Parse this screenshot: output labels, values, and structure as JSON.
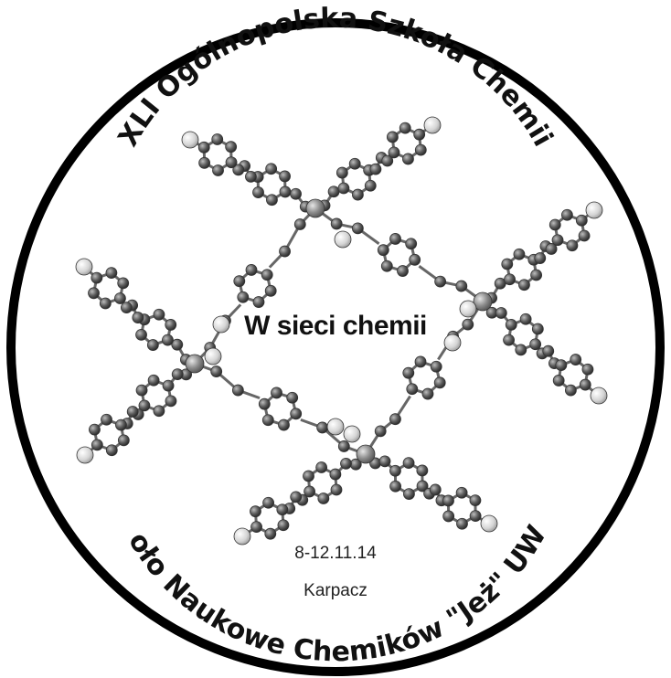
{
  "badge": {
    "top_arc_text": "XLI Ogólnopolska Szkoła Chemii",
    "bottom_arc_text": "Koło Naukowe Chemików \"Jeż\" UWr",
    "center_title": "W sieci chemii",
    "dates": "8-12.11.14",
    "place": "Karpacz"
  },
  "colors": {
    "ring": "#000000",
    "atom_dark": "#555555",
    "atom_mid": "#8a8a8a",
    "atom_light": "#d8d8d8",
    "bond": "#666666"
  }
}
